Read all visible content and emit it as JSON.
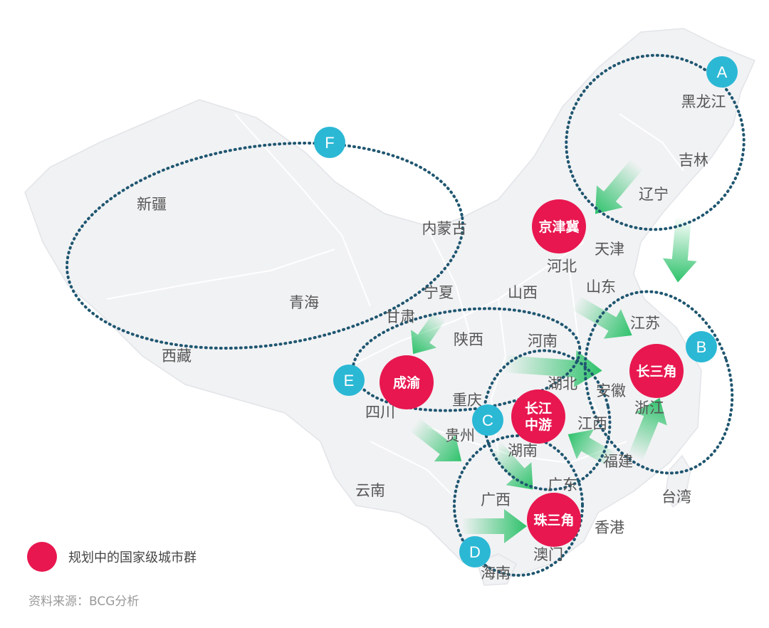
{
  "colors": {
    "hub": "#e8174f",
    "badge": "#2bb8d5",
    "outline": "#1f5670",
    "arrow": "#2ec26b",
    "province_text": "#555555",
    "land": "#f1f2f4"
  },
  "provinces": [
    {
      "id": "heilongjiang",
      "label": "黑龙江"
    },
    {
      "id": "jilin",
      "label": "吉林"
    },
    {
      "id": "liaoning",
      "label": "辽宁"
    },
    {
      "id": "tianjin",
      "label": "天津"
    },
    {
      "id": "hebei",
      "label": "河北"
    },
    {
      "id": "xinjiang",
      "label": "新疆"
    },
    {
      "id": "neimenggu",
      "label": "内蒙古"
    },
    {
      "id": "qinghai",
      "label": "青海"
    },
    {
      "id": "ningxia",
      "label": "宁夏"
    },
    {
      "id": "shanxi",
      "label": "山西"
    },
    {
      "id": "shandong",
      "label": "山东"
    },
    {
      "id": "gansu",
      "label": "甘肃"
    },
    {
      "id": "xizang",
      "label": "西藏"
    },
    {
      "id": "shaanxi",
      "label": "陕西"
    },
    {
      "id": "henan",
      "label": "河南"
    },
    {
      "id": "jiangsu",
      "label": "江苏"
    },
    {
      "id": "sichuan",
      "label": "四川"
    },
    {
      "id": "chongqing",
      "label": "重庆"
    },
    {
      "id": "hubei",
      "label": "湖北"
    },
    {
      "id": "anhui",
      "label": "安徽"
    },
    {
      "id": "zhejiang",
      "label": "浙江"
    },
    {
      "id": "guizhou",
      "label": "贵州"
    },
    {
      "id": "jiangxi",
      "label": "江西"
    },
    {
      "id": "hunan",
      "label": "湖南"
    },
    {
      "id": "fujian",
      "label": "福建"
    },
    {
      "id": "yunnan",
      "label": "云南"
    },
    {
      "id": "guangxi",
      "label": "广西"
    },
    {
      "id": "guangdong",
      "label": "广东"
    },
    {
      "id": "taiwan",
      "label": "台湾"
    },
    {
      "id": "xianggang",
      "label": "香港"
    },
    {
      "id": "aomen",
      "label": "澳门"
    },
    {
      "id": "hainan",
      "label": "海南"
    }
  ],
  "hubs": [
    {
      "id": "jingjinji",
      "lines": [
        "京津冀"
      ]
    },
    {
      "id": "changsanjiao",
      "lines": [
        "长三角"
      ]
    },
    {
      "id": "chengyu",
      "lines": [
        "成渝"
      ]
    },
    {
      "id": "changjiang",
      "lines": [
        "长江",
        "中游"
      ]
    },
    {
      "id": "zhusanjiao",
      "lines": [
        "珠三角"
      ]
    }
  ],
  "badges": [
    {
      "id": "A",
      "label": "A"
    },
    {
      "id": "B",
      "label": "B"
    },
    {
      "id": "C",
      "label": "C"
    },
    {
      "id": "D",
      "label": "D"
    },
    {
      "id": "E",
      "label": "E"
    },
    {
      "id": "F",
      "label": "F"
    }
  ],
  "legend": {
    "label": "规划中的国家级城市群"
  },
  "source": "资料来源：BCG分析"
}
